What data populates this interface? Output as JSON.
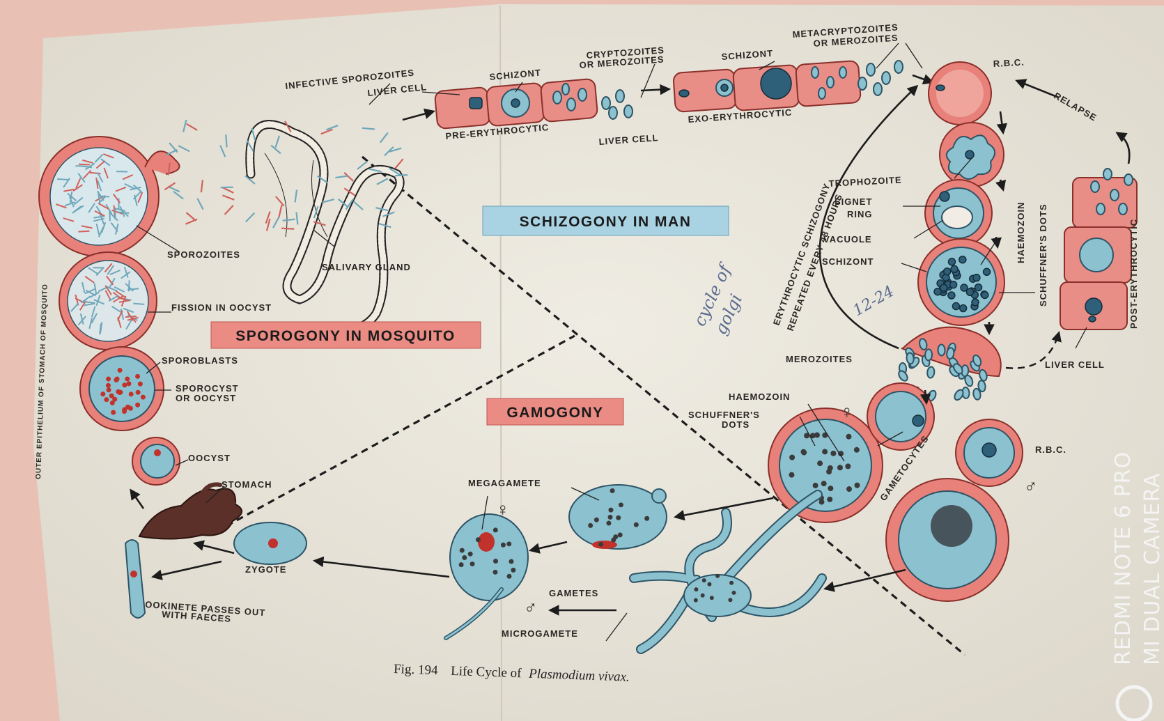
{
  "figure": {
    "caption_prefix": "Fig. 194",
    "caption_title_plain": "Life Cycle of",
    "caption_title_italic": "Plasmodium vivax."
  },
  "banners": {
    "schizogony": "SCHIZOGONY IN MAN",
    "sporogony": "SPOROGONY IN MOSQUITO",
    "gamogony": "GAMOGONY"
  },
  "labels": {
    "infective_sporozoites": "INFECTIVE SPOROZOITES",
    "liver_cell_top": "LIVER CELL",
    "schizont_top": "SCHIZONT",
    "cryptozoites_1": "CRYPTOZOITES",
    "cryptozoites_2": "OR MEROZOITES",
    "schizont_exo": "SCHIZONT",
    "metacryptozoites_1": "METACRYPTOZOITES",
    "metacryptozoites_2": "OR MEROZOITES",
    "pre_erythrocytic": "PRE-ERYTHROCYTIC",
    "exo_erythrocytic": "EXO-ERYTHROCYTIC",
    "liver_cell_mid": "LIVER CELL",
    "rbc_top": "R.B.C.",
    "relapse": "RELAPSE",
    "trophozoite": "TROPHOZOITE",
    "signet_1": "SIGNET",
    "signet_2": "RING",
    "vacuole": "VACUOLE",
    "schizont_rbc": "SCHIZONT",
    "haemozoin_vert": "HAEMOZOIN",
    "schuffners_vert": "SCHUFFNER'S DOTS",
    "post_erythrocytic": "POST-ERYTHROCYTIC",
    "merozoites": "MEROZOITES",
    "liver_cell_right": "LIVER CELL",
    "erythro_1": "ERYTHROCYTIC SCHIZOGONY",
    "erythro_2": "REPEATED EVERY 48 HOURS",
    "sporozoites": "SPOROZOITES",
    "salivary_gland": "SALIVARY GLAND",
    "fission_in_oocyst": "FISSION IN OOCYST",
    "sporoblasts": "SPOROBLASTS",
    "sporocyst_1": "SPOROCYST",
    "sporocyst_2": "OR OOCYST",
    "oocyst": "OOCYST",
    "stomach": "STOMACH",
    "outer_epithelium": "OUTER EPITHELIUM OF STOMACH OF MOSQUITO",
    "zygote": "ZYGOTE",
    "ookinete_1": "OOKINETE PASSES OUT",
    "ookinete_2": "WITH FAECES",
    "megagamete": "MEGAGAMETE",
    "gametes": "GAMETES",
    "microgamete": "MICROGAMETE",
    "haemozoin": "HAEMOZOIN",
    "schuffners_1": "SCHUFFNER'S",
    "schuffners_2": "DOTS",
    "gametocytes": "GAMETOCYTES",
    "rbc_bottom": "R.B.C.",
    "female_symbol": "♀",
    "male_symbol": "♂"
  },
  "handwriting": {
    "cycle_1": "cycle of",
    "cycle_2": "golgi",
    "hours": "12-24"
  },
  "watermark": {
    "line1": "REDMI NOTE 6 PRO",
    "line2": "MI DUAL CAMERA"
  },
  "colors": {
    "rbc_red": "#e8817a",
    "parasite_blue": "#8cc1cf",
    "paper": "#ece8dd"
  }
}
